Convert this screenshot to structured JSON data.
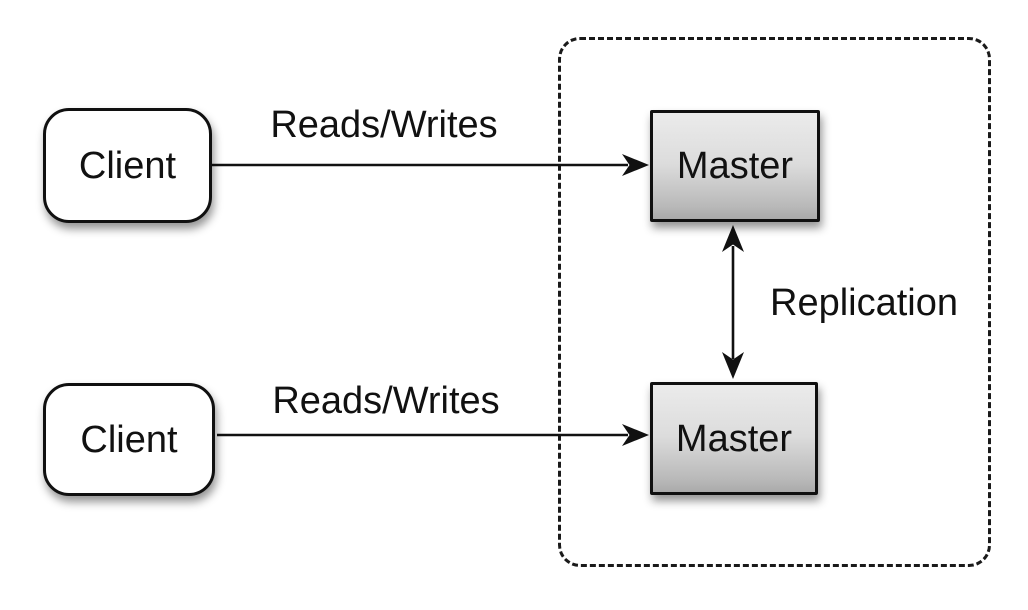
{
  "nodes": {
    "client_top": {
      "label": "Client"
    },
    "client_bottom": {
      "label": "Client"
    },
    "master_top": {
      "label": "Master"
    },
    "master_bottom": {
      "label": "Master"
    }
  },
  "edges": {
    "reads_writes_top": {
      "label": "Reads/Writes",
      "from": "client_top",
      "to": "master_top",
      "bidirectional": false
    },
    "reads_writes_bottom": {
      "label": "Reads/Writes",
      "from": "client_bottom",
      "to": "master_bottom",
      "bidirectional": false
    },
    "replication": {
      "label": "Replication",
      "from": "master_top",
      "to": "master_bottom",
      "bidirectional": true
    }
  },
  "colors": {
    "background": "#ffffff",
    "line": "#111111",
    "text": "#111111",
    "border": "#101010",
    "client_fill": "#ffffff",
    "master_fill_top": "#ebebeb",
    "master_fill_bottom": "#aaaaaa"
  }
}
